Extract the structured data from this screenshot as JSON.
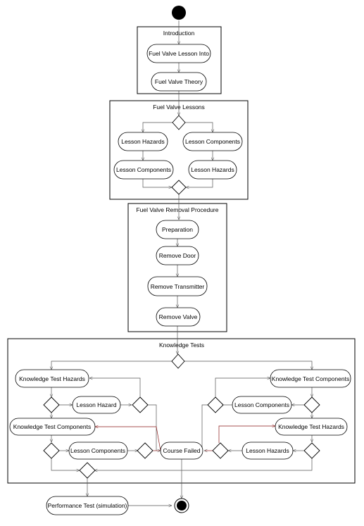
{
  "groups": {
    "introduction": "Introduction",
    "fuel_valve_lessons": "Fuel Valve Lessons",
    "removal_procedure": "Fuel Valve Removal Procedure",
    "knowledge_tests": "Knowledge Tests"
  },
  "nodes": {
    "lesson_intro": "Fuel Valve Lesson Into",
    "valve_theory": "Fuel Valve Theory",
    "lesson_hazards_a": "Lesson Hazards",
    "lesson_components_a": "Lesson Components",
    "lesson_components_b": "Lesson Components",
    "lesson_hazards_b": "Lesson Hazards",
    "preparation": "Preparation",
    "remove_door": "Remove Door",
    "remove_transmitter": "Remove Transmitter",
    "remove_valve": "Remove Valve",
    "kt_hazards_left": "Knowledge Test Hazards",
    "kt_components_right": "Knowledge Test Components",
    "lesson_hazard_left": "Lesson Hazard",
    "lesson_components_right": "Lesson Components",
    "kt_components_left": "Knowledge Test Components",
    "kt_hazards_right": "Knowledge Test Hazards",
    "lesson_components_left": "Lesson Components",
    "course_failed": "Course Failed",
    "lesson_hazards_right": "Lesson Hazards",
    "performance_test": "Performance Test (simulation)"
  }
}
